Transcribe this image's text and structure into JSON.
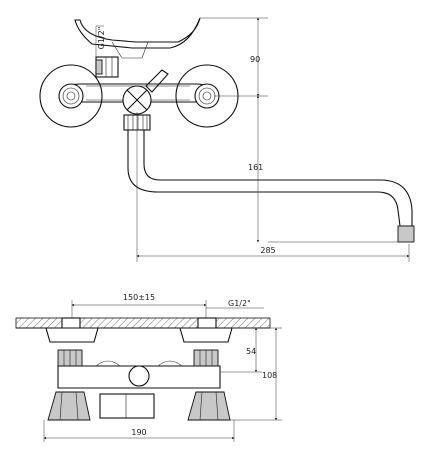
{
  "dimensions": {
    "thread_top": "G1/2\"",
    "height_top": "90",
    "spout_height": "161",
    "spout_reach": "285",
    "center_spacing": "150±15",
    "thread_bottom": "G1/2\"",
    "height_54": "54",
    "height_108": "108",
    "total_width": "190"
  }
}
